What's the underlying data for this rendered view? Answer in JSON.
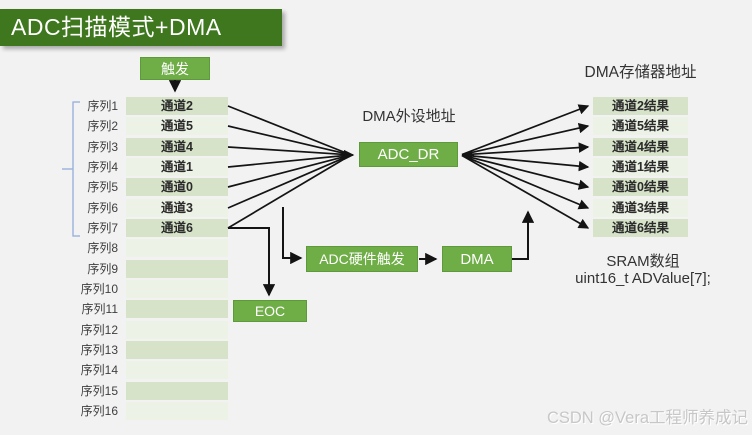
{
  "title": {
    "text": "ADC扫描模式+DMA"
  },
  "colors": {
    "background": "#f2f2f2",
    "banner_green": "#3e771e",
    "accent_green": "#6fad47",
    "row_dark": "#d6e3c9",
    "row_light": "#ecf2e5",
    "bracket_blue": "#9fb4de",
    "arrow_black": "#141414",
    "watermark_gray": "#c7c7c7"
  },
  "trigger": {
    "label": "触发"
  },
  "sequence_table": {
    "rows": [
      {
        "seq": "序列1",
        "channel": "通道2"
      },
      {
        "seq": "序列2",
        "channel": "通道5"
      },
      {
        "seq": "序列3",
        "channel": "通道4"
      },
      {
        "seq": "序列4",
        "channel": "通道1"
      },
      {
        "seq": "序列5",
        "channel": "通道0"
      },
      {
        "seq": "序列6",
        "channel": "通道3"
      },
      {
        "seq": "序列7",
        "channel": "通道6"
      },
      {
        "seq": "序列8",
        "channel": ""
      },
      {
        "seq": "序列9",
        "channel": ""
      },
      {
        "seq": "序列10",
        "channel": ""
      },
      {
        "seq": "序列11",
        "channel": ""
      },
      {
        "seq": "序列12",
        "channel": ""
      },
      {
        "seq": "序列13",
        "channel": ""
      },
      {
        "seq": "序列14",
        "channel": ""
      },
      {
        "seq": "序列15",
        "channel": ""
      },
      {
        "seq": "序列16",
        "channel": ""
      }
    ]
  },
  "adc_dr": {
    "caption": "DMA外设地址",
    "label": "ADC_DR"
  },
  "dma_memory": {
    "caption": "DMA存储器地址",
    "results": [
      "通道2结果",
      "通道5结果",
      "通道4结果",
      "通道1结果",
      "通道0结果",
      "通道3结果",
      "通道6结果"
    ]
  },
  "flow": {
    "eoc_label": "EOC",
    "adc_hw_trigger_label": "ADC硬件触发",
    "dma_label": "DMA"
  },
  "sram": {
    "title": "SRAM数组",
    "code": "uint16_t ADValue[7];"
  },
  "watermark": {
    "text": "CSDN @Vera工程师养成记"
  }
}
